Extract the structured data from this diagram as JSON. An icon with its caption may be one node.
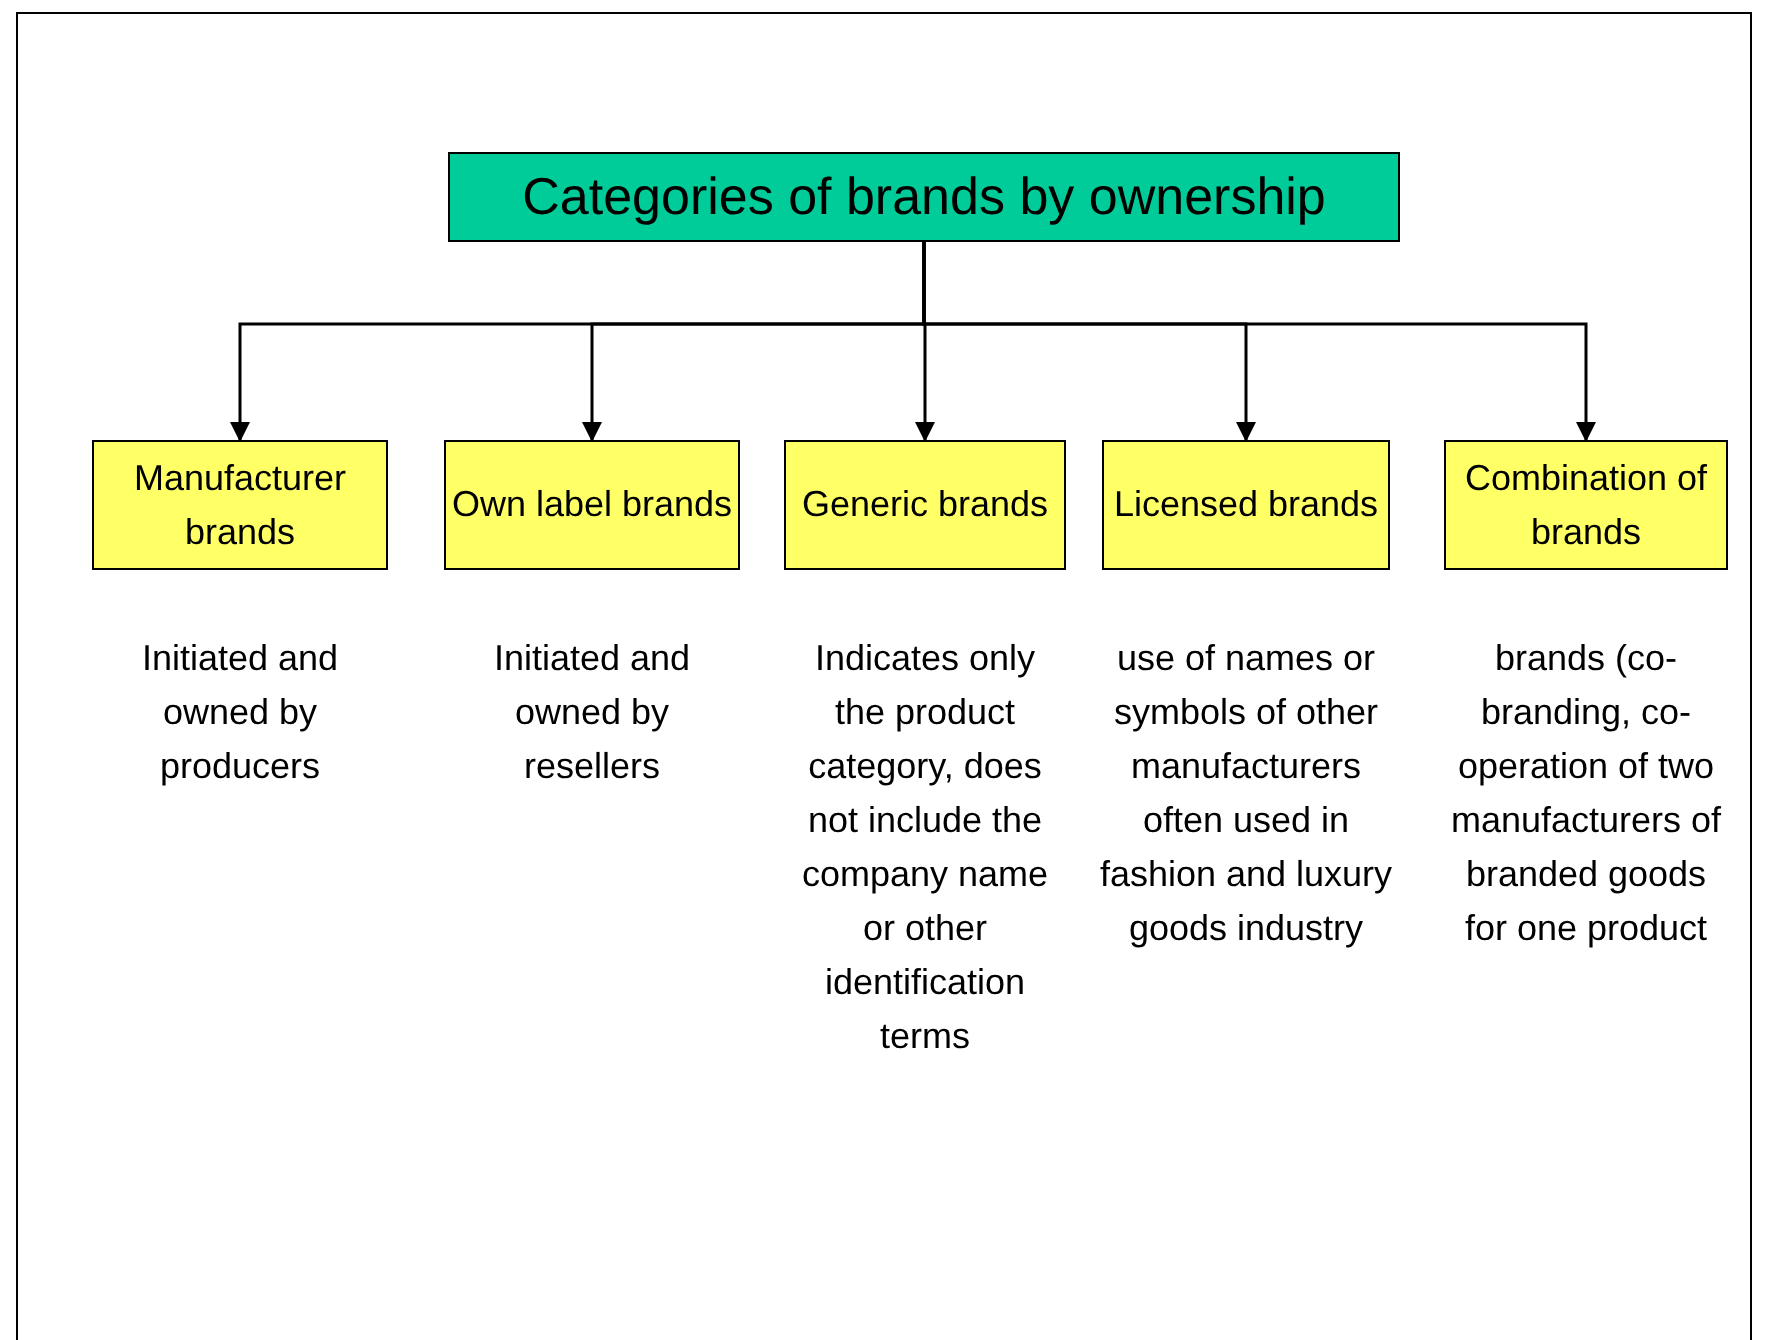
{
  "diagram": {
    "nodes": [
      {
        "text": [
          "Categories of brands by ownership"
        ]
      },
      {
        "text": [
          "Manufacturer brands"
        ],
        "beside": [
          "Initiated and owned by producers"
        ]
      },
      {
        "text": [
          "Own label brands"
        ],
        "beside": [
          "Initiated and owned by resellers"
        ]
      },
      {
        "text": [
          "Generic brands"
        ],
        "beside": [
          "Indicates only the product category, does not include the company name or other identification terms"
        ]
      },
      {
        "text": [
          "Licensed brands"
        ],
        "beside": [
          "use of names or symbols of other manufacturers often used in fashion and luxury goods industry"
        ]
      },
      {
        "text": [
          "Combination of brands"
        ],
        "beside": [
          "brands (co-branding, co-operation of two manufacturers of branded goods for one product"
        ]
      }
    ],
    "edges": [
      {
        "from": 0,
        "to": 1,
        "arrow": "to"
      },
      {
        "from": 0,
        "to": 2,
        "arrow": "to"
      },
      {
        "from": 0,
        "to": 3,
        "arrow": "to"
      },
      {
        "from": 0,
        "to": 4,
        "arrow": "to"
      },
      {
        "from": 0,
        "to": 5,
        "arrow": "to"
      }
    ]
  }
}
